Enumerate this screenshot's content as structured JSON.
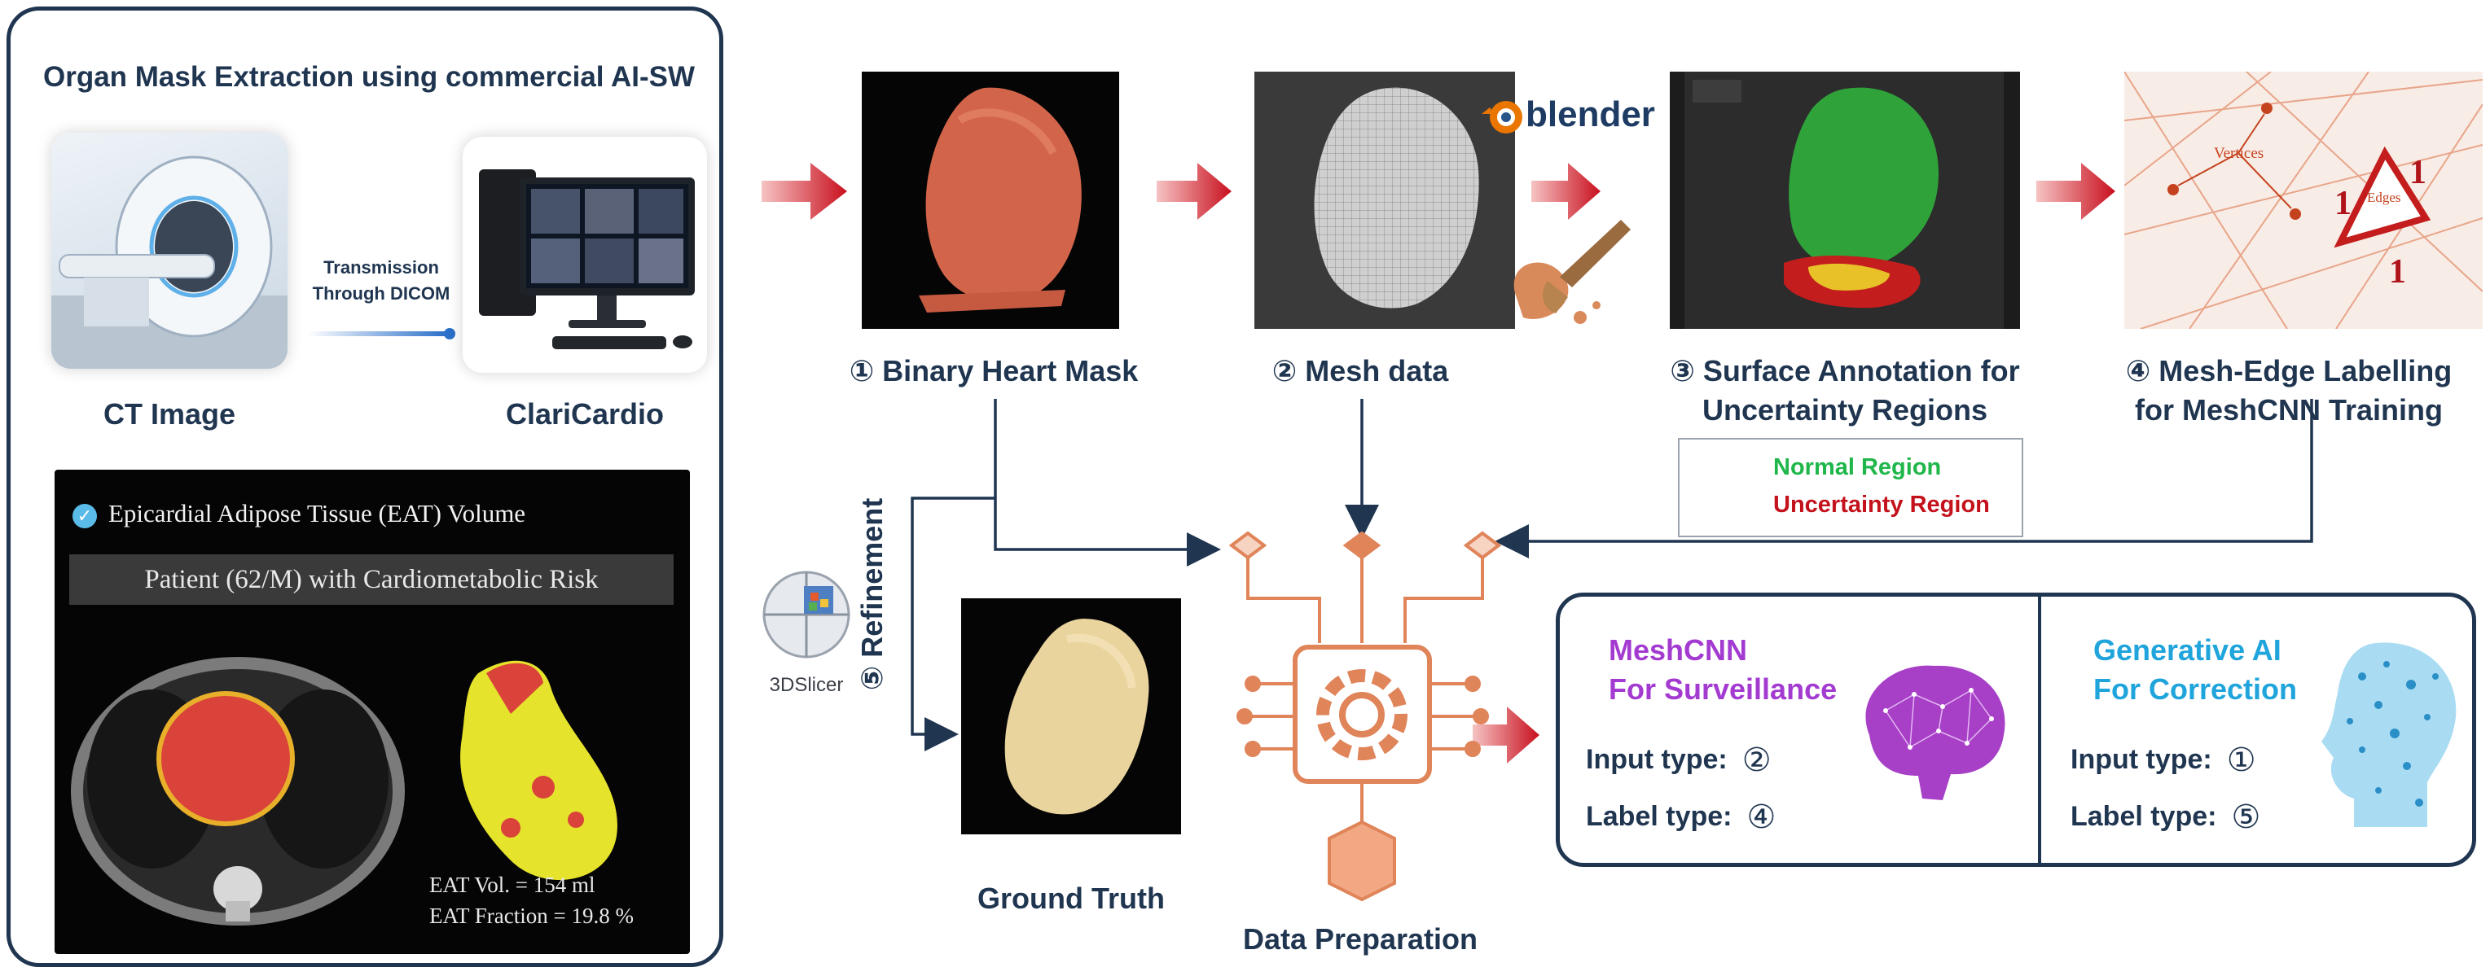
{
  "left_panel": {
    "title": "Organ Mask Extraction using commercial AI-SW",
    "ct_caption": "CT Image",
    "transmission_line1": "Transmission",
    "transmission_line2": "Through DICOM",
    "software_caption": "ClariCardio",
    "eat": {
      "heading": "Epicardial Adipose Tissue (EAT) Volume",
      "patient": "Patient (62/M) with Cardiometabolic Risk",
      "volume": "EAT Vol. = 154 ml",
      "fraction": "EAT Fraction = 19.8 %"
    }
  },
  "steps": {
    "s1": "① Binary Heart Mask",
    "s2": "② Mesh data",
    "s3_line1": "③  Surface Annotation for",
    "s3_line2": "Uncertainty Regions",
    "s4_line1": "④  Mesh-Edge Labelling",
    "s4_line2": "for MeshCNN Training",
    "s5": "⑤ Refinement"
  },
  "blender_label": "blender",
  "slicer_label": "3DSlicer",
  "mesh_diagram": {
    "vertices": "Vertices",
    "edges": "Edges",
    "edge_value": "1"
  },
  "legend": {
    "normal": "Normal Region",
    "uncertainty": "Uncertainty Region"
  },
  "ground_truth": "Ground Truth",
  "data_preparation": "Data Preparation",
  "models": {
    "meshcnn": {
      "title_line1": "MeshCNN",
      "title_line2": "For Surveillance",
      "input_label": "Input type:",
      "input_value": "②",
      "label_label": "Label type:",
      "label_value": "④"
    },
    "genai": {
      "title_line1": "Generative AI",
      "title_line2": "For Correction",
      "input_label": "Input type:",
      "input_value": "①",
      "label_label": "Label type:",
      "label_value": "⑤"
    }
  },
  "colors": {
    "navy": "#1f3550",
    "arrow_red": "#c8101e",
    "normal_green": "#1fb64a",
    "uncertainty_red": "#c4121c",
    "meshcnn_purple": "#a43bd1",
    "genai_cyan": "#1fa4dc",
    "orange": "#e0845a"
  }
}
